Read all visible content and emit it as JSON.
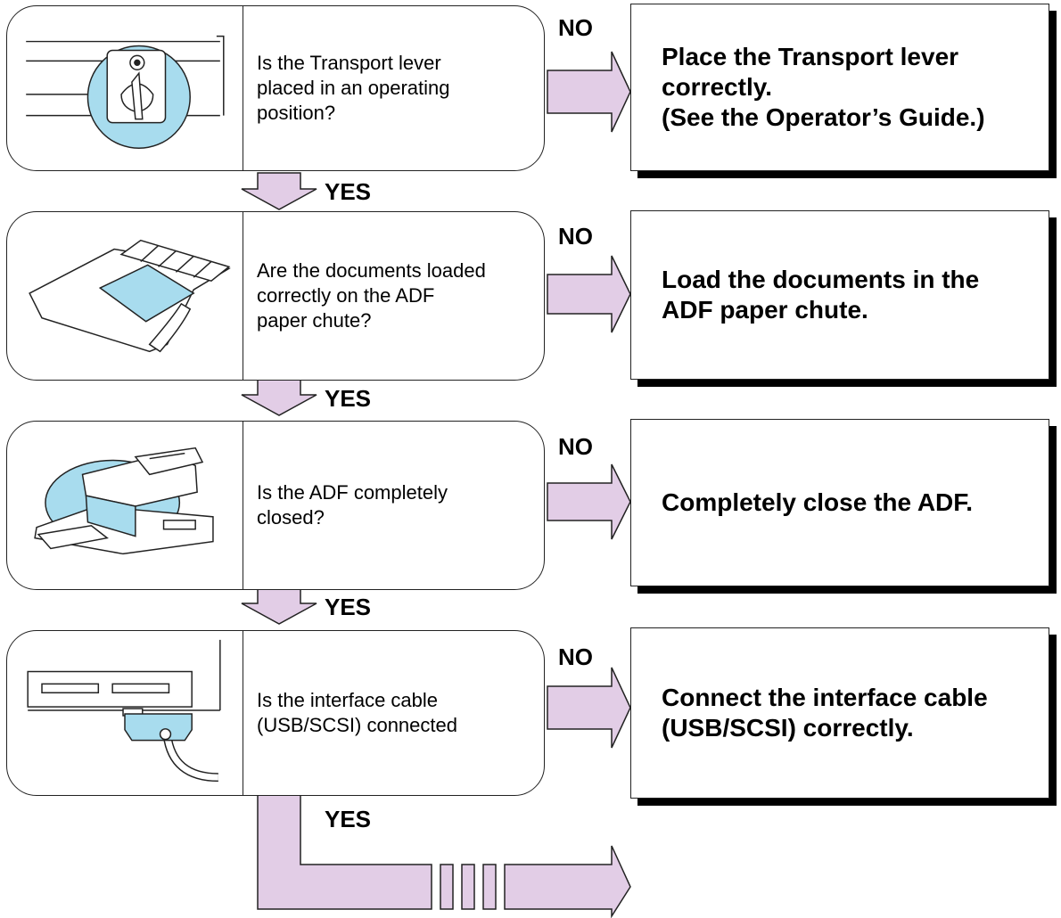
{
  "colors": {
    "arrow_fill": "#e2cde6",
    "highlight_fill": "#a8dcee",
    "outline": "#222222",
    "shadow": "#000000"
  },
  "flow": {
    "yes_label": "YES",
    "no_label": "NO",
    "steps": [
      {
        "illustration": "transport-lever-illustration",
        "question": "Is the Transport lever\nplaced in an operating\nposition?",
        "action": "Place the Transport lever\ncorrectly.\n(See the Operator’s Guide.)"
      },
      {
        "illustration": "adf-paper-chute-illustration",
        "question": "Are the documents loaded\ncorrectly on the ADF\npaper chute?",
        "action": "Load the documents in the\nADF paper chute."
      },
      {
        "illustration": "adf-closed-illustration",
        "question": "Is the ADF completely\nclosed?",
        "action": "Completely close the ADF."
      },
      {
        "illustration": "interface-cable-illustration",
        "question": "Is the interface cable\n(USB/SCSI) connected",
        "action": "Connect the interface cable\n(USB/SCSI) correctly."
      }
    ]
  }
}
